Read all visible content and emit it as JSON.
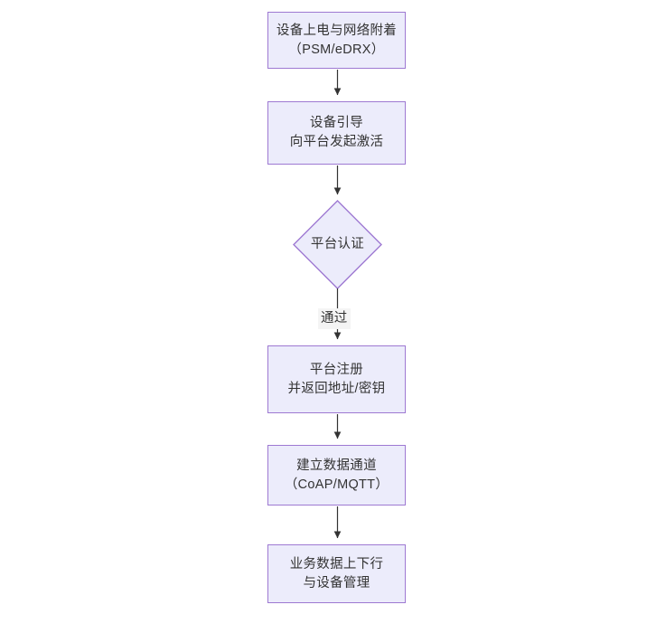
{
  "diagram": {
    "type": "flowchart",
    "orientation": "top-to-bottom",
    "colors": {
      "node_fill": "#ececfb",
      "node_stroke": "#9e79d2",
      "edge_stroke": "#333333",
      "text": "#333333",
      "edge_label_bg": "#f4f4f4",
      "background": "#ffffff"
    },
    "nodes": [
      {
        "id": "power-on",
        "shape": "rect",
        "line1": "设备上电与网络附着",
        "line2": "（PSM/eDRX）"
      },
      {
        "id": "bootstrap",
        "shape": "rect",
        "line1": "设备引导",
        "line2": "向平台发起激活"
      },
      {
        "id": "platform-auth",
        "shape": "diamond",
        "line1": "平台认证",
        "line2": ""
      },
      {
        "id": "platform-register",
        "shape": "rect",
        "line1": "平台注册",
        "line2": "并返回地址/密钥"
      },
      {
        "id": "data-channel",
        "shape": "rect",
        "line1": "建立数据通道",
        "line2": "（CoAP/MQTT）"
      },
      {
        "id": "business-data",
        "shape": "rect",
        "line1": "业务数据上下行",
        "line2": "与设备管理"
      }
    ],
    "edges": [
      {
        "id": "e1",
        "from": "power-on",
        "to": "bootstrap",
        "label": ""
      },
      {
        "id": "e2",
        "from": "bootstrap",
        "to": "platform-auth",
        "label": ""
      },
      {
        "id": "e3",
        "from": "platform-auth",
        "to": "platform-register",
        "label": "通过"
      },
      {
        "id": "e4",
        "from": "platform-register",
        "to": "data-channel",
        "label": ""
      },
      {
        "id": "e5",
        "from": "data-channel",
        "to": "business-data",
        "label": ""
      }
    ]
  }
}
